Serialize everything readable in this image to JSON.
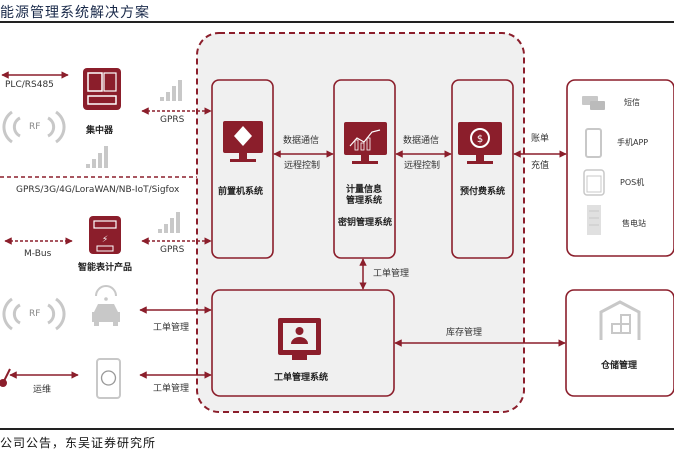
{
  "header": {
    "title": "能源管理系统解决方案"
  },
  "footer": {
    "source": "公司公告，东吴证券研究所"
  },
  "colors": {
    "accent": "#8b1e2b",
    "gray_icon": "#c8c8c8",
    "panel_bg": "#f0f0f0",
    "text": "#333333"
  },
  "left": {
    "plc_label": "PLC/RS485",
    "rf_label_1": "RF",
    "concentrator_label": "集中器",
    "gprs_label_1": "GPRS",
    "wide_link_label": "GPRS/3G/4G/LoraWAN/NB-IoT/Sigfox",
    "mbus_label": "M-Bus",
    "smart_meter_label": "智能表计产品",
    "gprs_label_2": "GPRS",
    "rf_label_2": "RF",
    "work_order_label_1": "工单管理",
    "ops_label": "运维",
    "work_order_label_2": "工单管理"
  },
  "center": {
    "front_system": "前置机系统",
    "link1_top": "数据通信",
    "link1_bottom": "远程控制",
    "metering_system_1": "计量信息",
    "metering_system_2": "管理系统",
    "key_system": "密钥管理系统",
    "link2_top": "数据通信",
    "link2_bottom": "远程控制",
    "prepaid_system": "预付费系统",
    "work_order_link": "工单管理",
    "work_order_system": "工单管理系统",
    "inventory_link": "库存管理"
  },
  "right": {
    "bill_label": "账单",
    "recharge_label": "充值",
    "channels": [
      {
        "icon": "sms-icon",
        "label": "短信"
      },
      {
        "icon": "mobile-app-icon",
        "label": "手机APP"
      },
      {
        "icon": "pos-icon",
        "label": "POS机"
      },
      {
        "icon": "power-station-icon",
        "label": "售电站"
      }
    ],
    "warehouse_label": "仓储管理"
  }
}
